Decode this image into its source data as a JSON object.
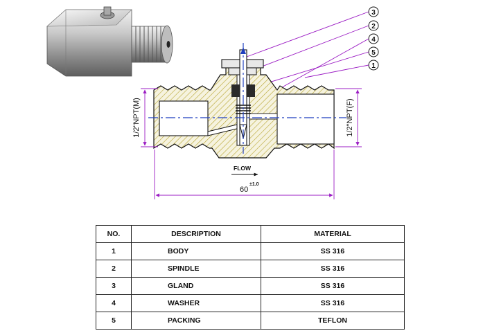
{
  "drawing": {
    "callouts": [
      "3",
      "2",
      "4",
      "5",
      "1"
    ],
    "left_port_label": "1/2\"NPT(M)",
    "right_port_label": "1/2\"NPT(F)",
    "flow_label": "FLOW",
    "length_value": "60",
    "length_tolerance": "±1.0"
  },
  "colors": {
    "dimension": "#9b1cc4",
    "centerline": "#1f3fbf",
    "hatch": "#b8a632",
    "outline": "#111111"
  },
  "table": {
    "headers": {
      "no": "NO.",
      "description": "DESCRIPTION",
      "material": "MATERIAL"
    },
    "rows": [
      {
        "no": "1",
        "description": "BODY",
        "material": "SS 316"
      },
      {
        "no": "2",
        "description": "SPINDLE",
        "material": "SS 316"
      },
      {
        "no": "3",
        "description": "GLAND",
        "material": "SS 316"
      },
      {
        "no": "4",
        "description": "WASHER",
        "material": "SS 316"
      },
      {
        "no": "5",
        "description": "PACKING",
        "material": "TEFLON"
      }
    ]
  }
}
